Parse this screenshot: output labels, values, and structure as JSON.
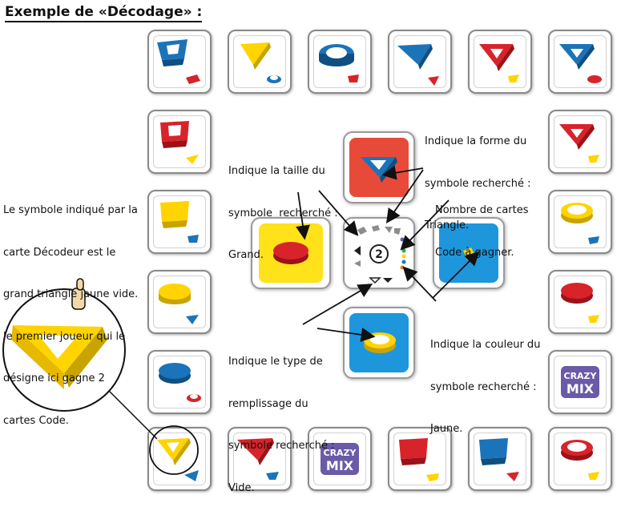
{
  "title": "Exemple de «Décodage» :",
  "center_number": "2",
  "logo_words": [
    "CRAZY",
    "MIX"
  ],
  "notes": {
    "size": [
      "Indique la taille du",
      "symbole  recherché :",
      "Grand."
    ],
    "shape": [
      "Indique la forme du",
      "symbole recherché :",
      "Triangle."
    ],
    "count": [
      "Nombre de cartes",
      "Code à gagner."
    ],
    "color": [
      "Indique la couleur du",
      "symbole recherché :",
      "Jaune."
    ],
    "fill": [
      "Indique le type de",
      "remplissage du",
      "symbole recherché :",
      "Vide."
    ],
    "left": [
      "Le symbole indiqué par la",
      "carte Décodeur est le",
      "grand triangle jaune vide.",
      "le premier joueur qui le",
      "désigne ici gagne 2",
      "cartes Code."
    ]
  },
  "colors": {
    "red": "#d8232a",
    "blue": "#1b74b9",
    "yellow": "#ffd400",
    "card_border": "#8a8a8a"
  }
}
